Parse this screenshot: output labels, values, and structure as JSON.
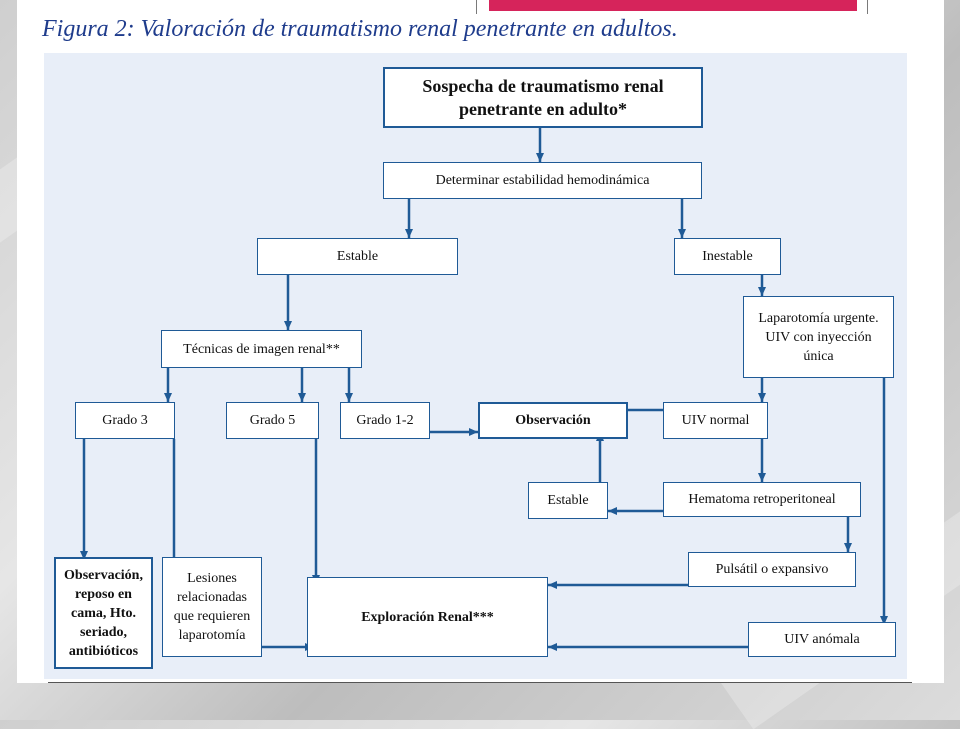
{
  "figure": {
    "title": "Figura 2: Valoración de traumatismo renal penetrante en adultos."
  },
  "nodes": {
    "sospecha": "Sospecha de traumatismo renal penetrante en adulto*",
    "determinar": "Determinar estabilidad hemodinámica",
    "estable": "Estable",
    "inestable": "Inestable",
    "laparotomia": "Laparotomía urgente. UIV con inyección única",
    "tecnicas": "Técnicas de imagen renal**",
    "grado3": "Grado 3",
    "grado5": "Grado 5",
    "grado12": "Grado 1-2",
    "observacion": "Observación",
    "uiv_normal": "UIV normal",
    "estable2": "Estable",
    "hematoma": "Hematoma retroperitoneal",
    "pulsatil": "Pulsátil o expansivo",
    "obs_reposo": "Observación, reposo en cama, Hto. seriado, antibióticos",
    "lesiones": "Lesiones relacionadas que requieren laparotomía",
    "exploracion": "Exploración Renal***",
    "uiv_anomala": "UIV anómala"
  },
  "colors": {
    "accent": "#d6245b",
    "title": "#1f3c8c",
    "panel": "#e8eef8",
    "arrow": "#1f5a96"
  }
}
